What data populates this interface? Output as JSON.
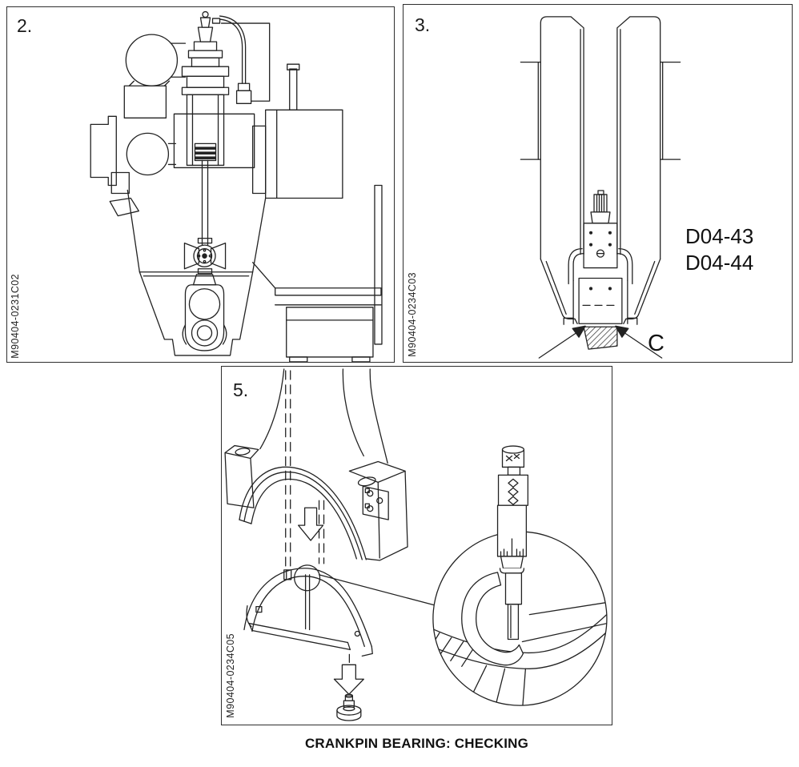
{
  "page": {
    "caption": "CRANKPIN BEARING: CHECKING",
    "background": "#ffffff"
  },
  "colors": {
    "line": "#222222",
    "panel_border": "#2e2e2e",
    "text": "#111111"
  },
  "panels": {
    "p2": {
      "number": "2.",
      "code": "M90404-0231C02",
      "figure": "engine-cylinder-cross-section"
    },
    "p3": {
      "number": "3.",
      "code": "M90404-0234C03",
      "figure": "connecting-rod-fork-with-gauge",
      "ref_labels": [
        "D04-43",
        "D04-44"
      ],
      "point_label": "C"
    },
    "p5": {
      "number": "5.",
      "code": "M90404-0234C05",
      "figure": "crankpin-bearing-shells-and-micrometer"
    }
  }
}
